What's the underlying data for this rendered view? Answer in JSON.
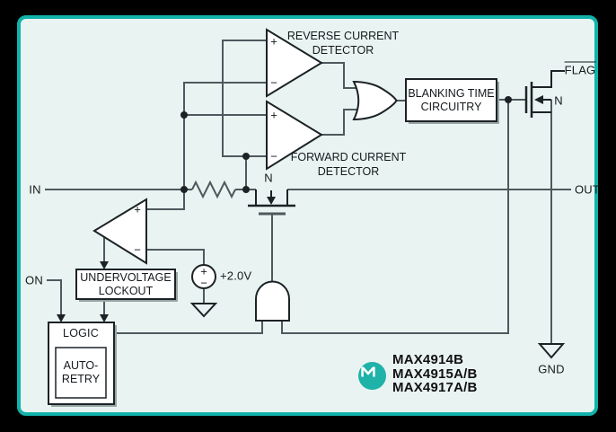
{
  "colors": {
    "frame": "#000000",
    "panel_border": "#12b2aa",
    "panel_background": "#e9f4f2",
    "wire": "#4d595e",
    "component_stroke": "#1c2226",
    "logo_teal": "#1fb2a8"
  },
  "schematic": {
    "terminals": {
      "in": "IN",
      "out": "OUT",
      "on": "ON",
      "gnd": "GND",
      "flag": "FLAG"
    },
    "transistors": {
      "pass_channel": "N",
      "flag_channel": "N"
    },
    "signs": {
      "plus": "+",
      "minus": "−"
    },
    "blocks": {
      "reverse_detector": {
        "line1": "REVERSE CURRENT",
        "line2": "DETECTOR"
      },
      "forward_detector": {
        "line1": "FORWARD CURRENT",
        "line2": "DETECTOR"
      },
      "blanking": {
        "line1": "BLANKING TIME",
        "line2": "CIRCUITRY"
      },
      "uvlo": {
        "line1": "UNDERVOLTAGE",
        "line2": "LOCKOUT"
      },
      "logic": {
        "title": "LOGIC",
        "inner_line1": "AUTO-",
        "inner_line2": "RETRY"
      }
    },
    "reference": {
      "value": "+2.0V"
    },
    "footer": {
      "parts": [
        "MAX4914B",
        "MAX4915A/B",
        "MAX4917A/B"
      ]
    }
  }
}
